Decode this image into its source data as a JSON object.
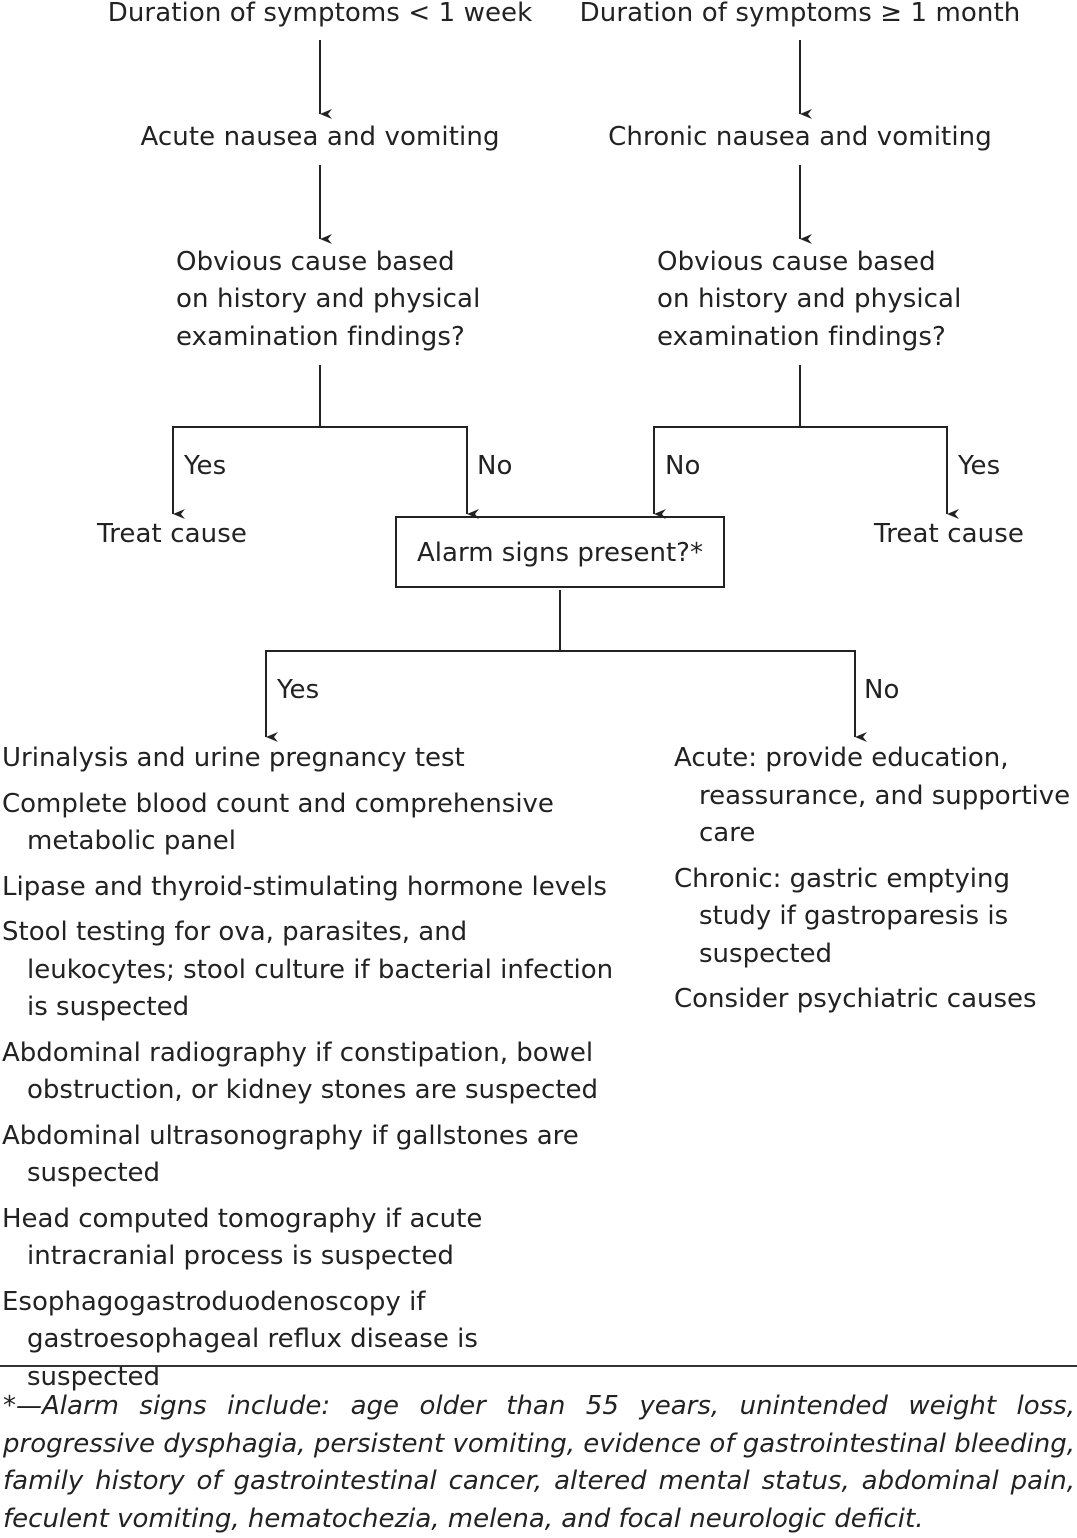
{
  "left_branch": {
    "duration": "Duration of symptoms < 1 week",
    "type": "Acute nausea and vomiting",
    "question": [
      "Obvious cause based",
      "on history and physical",
      "examination findings?"
    ],
    "yes_label": "Yes",
    "no_label": "No",
    "yes_outcome": "Treat cause"
  },
  "right_branch": {
    "duration": "Duration of symptoms ≥ 1 month",
    "type": "Chronic nausea and vomiting",
    "question": [
      "Obvious cause based",
      "on history and physical",
      "examination findings?"
    ],
    "yes_label": "Yes",
    "no_label": "No",
    "yes_outcome": "Treat cause"
  },
  "alarm": {
    "question": "Alarm signs present?*",
    "yes_label": "Yes",
    "no_label": "No"
  },
  "yes_workup": [
    "Urinalysis and urine pregnancy test",
    "Complete blood count and comprehensive metabolic panel",
    "Lipase and thyroid-stimulating hormone levels",
    "Stool testing for ova, parasites, and leukocytes; stool culture if bacterial infection is suspected",
    "Abdominal radiography if constipation, bowel obstruction, or kidney stones are suspected",
    "Abdominal ultrasonography if gallstones are suspected",
    "Head computed tomography if acute intracranial process is suspected",
    "Esophagogastroduodenoscopy if gastroesophageal reflux disease is suspected"
  ],
  "no_workup": [
    "Acute: provide education, reassurance, and supportive care",
    "Chronic: gastric emptying study if gastroparesis is suspected",
    "Consider psychiatric causes"
  ],
  "footnote": "*—Alarm signs include: age older than 55 years, unintended weight loss, progressive dysphagia, persistent vomiting, evidence of gastrointestinal bleeding, family history of gastrointestinal cancer, altered mental status, abdominal pain, feculent vomiting, hematochezia, melena, and focal neurologic deficit."
}
